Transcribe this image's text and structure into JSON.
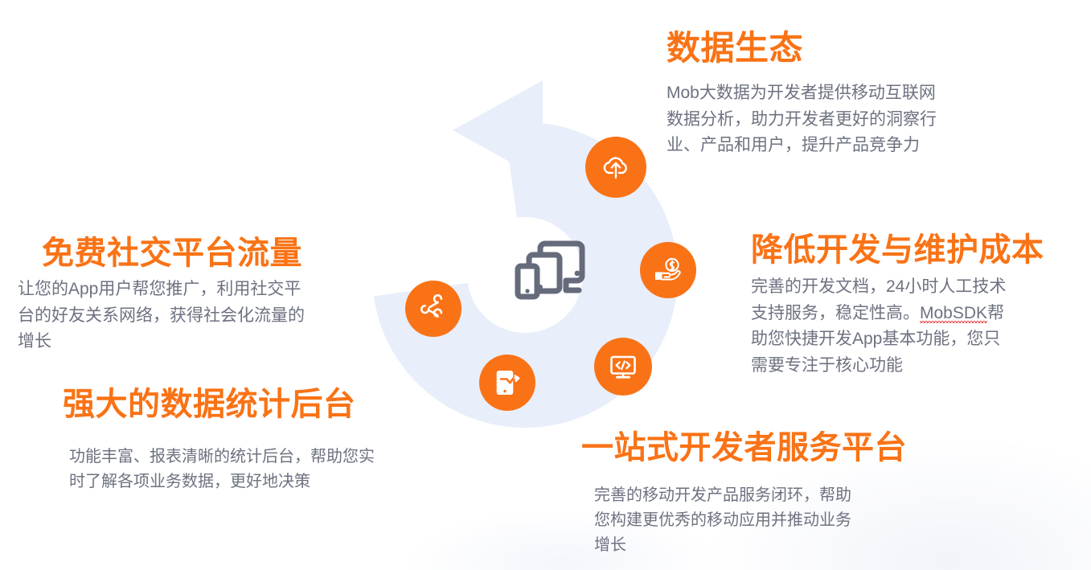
{
  "theme": {
    "accent_orange": "#F97316",
    "body_gray": "#6D7280",
    "ring_blue": "#E8EEFA",
    "device_gray": "#656B7B",
    "background": "#FFFFFF"
  },
  "sections": {
    "ecosystem": {
      "heading": "数据生态",
      "lines": [
        "Mob大数据为开发者提供移动互联网",
        "数据分析，助力开发者更好的洞察行",
        "业、产品和用户，提升产品竞争力"
      ]
    },
    "cost": {
      "heading": "降低开发与维护成本",
      "line1": "完善的开发文档，24小时人工技术",
      "line2_prefix": "支持服务，稳定性高。",
      "line2_term": "MobSDK",
      "line2_suffix": "帮",
      "line3": "助您快捷开发App基本功能，您只",
      "line4": "需要专注于核心功能"
    },
    "social": {
      "heading": "免费社交平台流量",
      "lines": [
        "让您的App用户帮您推广，利用社交平",
        "台的好友关系网络，获得社会化流量的",
        "增长"
      ]
    },
    "stats": {
      "heading": "强大的数据统计后台",
      "lines": [
        "功能丰富、报表清晰的统计后台，帮助您实",
        "时了解各项业务数据，更好地决策"
      ]
    },
    "platform": {
      "heading": "一站式开发者服务平台",
      "lines": [
        "完善的移动开发产品服务闭环，帮助",
        "您构建更优秀的移动应用并推动业务",
        "增长"
      ]
    }
  },
  "graphic": {
    "center_icon": "multi-device-icon",
    "ring_shape": "circular-arrow",
    "badges": [
      {
        "id": "cloud-upload-icon",
        "position": "top-right"
      },
      {
        "id": "money-hand-icon",
        "position": "right"
      },
      {
        "id": "code-monitor-icon",
        "position": "bottom-right"
      },
      {
        "id": "mobile-analytics-icon",
        "position": "bottom"
      },
      {
        "id": "share-network-icon",
        "position": "left"
      }
    ]
  }
}
